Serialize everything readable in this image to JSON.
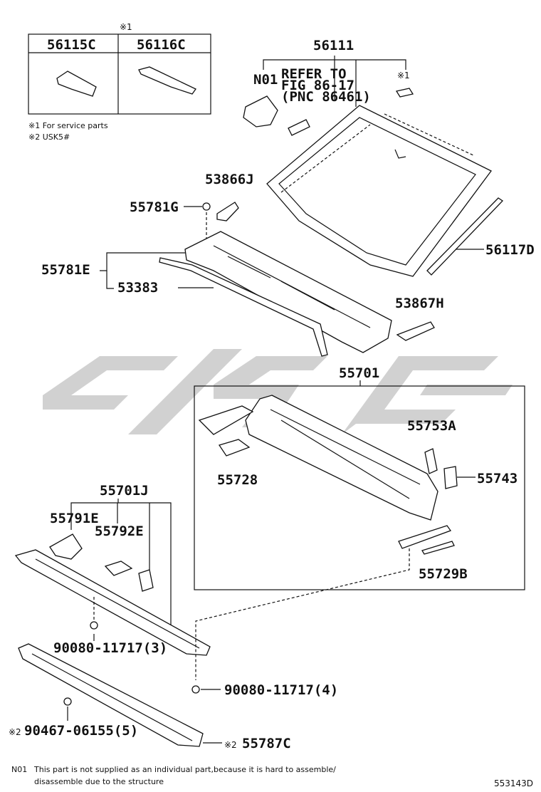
{
  "diagram": {
    "drawing_code": "553143D",
    "legend": {
      "symbol_mark": "※1",
      "note_1": "※1 For service parts",
      "note_2": "※2 USK5#"
    },
    "service_table": {
      "columns": [
        "56115C",
        "56116C"
      ]
    },
    "footnote": {
      "code": "N01",
      "line_1": "This part is not supplied as an individual part,because it is hard to assemble/",
      "line_2": "disassemble due to the structure"
    },
    "reference": {
      "line_1": "REFER TO",
      "line_2": "FIG 86-17",
      "line_3": "(PNC 86461)"
    },
    "labels": {
      "p56111": "56111",
      "n01": "N01",
      "mark1": "※1",
      "p53866j": "53866J",
      "p55781g": "55781G",
      "p55781e": "55781E",
      "p53383": "53383",
      "p56117d": "56117D",
      "p53867h": "53867H",
      "p55701": "55701",
      "p55753a": "55753A",
      "p55728": "55728",
      "p55743": "55743",
      "p55729b": "55729B",
      "p55701j": "55701J",
      "p55791e": "55791E",
      "p55792e": "55792E",
      "p90080_3": "90080-11717(3)",
      "p90080_4": "90080-11717(4)",
      "p90467": "90467-06155(5)",
      "p55787c": "55787C",
      "mark2a": "※2",
      "mark2b": "※2"
    }
  }
}
